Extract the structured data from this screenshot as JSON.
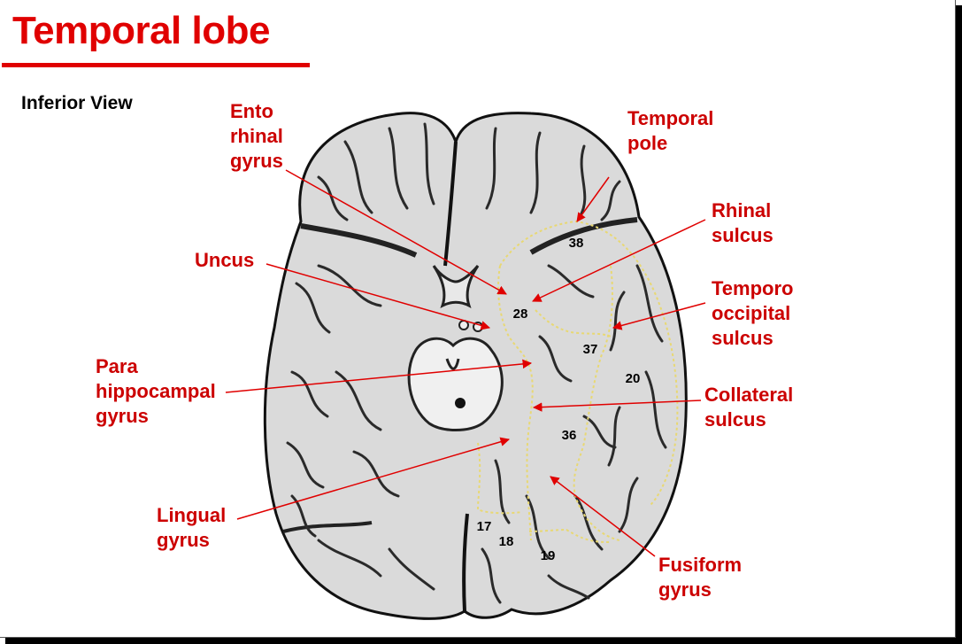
{
  "title": "Temporal lobe",
  "view": "Inferior View",
  "colors": {
    "accent": "#e00000",
    "label": "#cc0000",
    "outline": "#e8d873"
  },
  "labels": {
    "entorhinal": [
      "Ento",
      "rhinal",
      "gyrus"
    ],
    "temporal_pole": [
      "Temporal",
      "pole"
    ],
    "rhinal_sulcus": [
      "Rhinal",
      "sulcus"
    ],
    "uncus": [
      "Uncus"
    ],
    "temporooccipital_sulcus": [
      "Temporo",
      "occipital",
      "sulcus"
    ],
    "parahippocampal": [
      "Para",
      "hippocampal",
      "gyrus"
    ],
    "collateral_sulcus": [
      "Collateral",
      "sulcus"
    ],
    "lingual": [
      "Lingual",
      "gyrus"
    ],
    "fusiform": [
      "Fusiform",
      "gyrus"
    ]
  },
  "areas": [
    "38",
    "28",
    "37",
    "20",
    "36",
    "17",
    "18",
    "19"
  ]
}
